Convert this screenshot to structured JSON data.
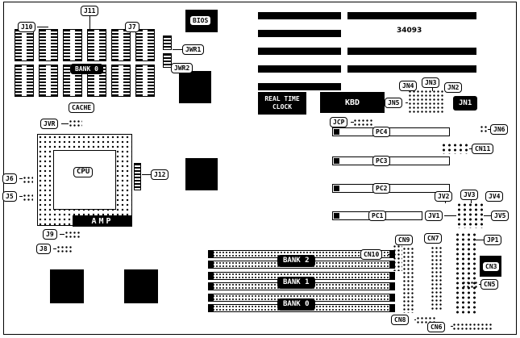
{
  "board": {
    "part_number": "34093"
  },
  "chips": {
    "bios": "BIOS",
    "rtc_line1": "REAL TIME",
    "rtc_line2": "CLOCK",
    "kbd": "KBD",
    "cpu": "CPU",
    "amp": "AMP"
  },
  "memory": {
    "bank0_dip": "BANK 0",
    "bank2": "BANK 2",
    "bank1": "BANK 1",
    "bank0": "BANK 0"
  },
  "connectors": {
    "j10": "J10",
    "j11": "J11",
    "j7": "J7",
    "jwr1": "JWR1",
    "jwr2": "JWR2",
    "cache": "CACHE",
    "jvr": "JVR",
    "j12": "J12",
    "j6": "J6",
    "j5": "J5",
    "j9": "J9",
    "j8": "J8",
    "jcp": "JCP",
    "jn1": "JN1",
    "jn2": "JN2",
    "jn3": "JN3",
    "jn4": "JN4",
    "jn5": "JN5",
    "jn6": "JN6",
    "pc1": "PC1",
    "pc2": "PC2",
    "pc3": "PC3",
    "pc4": "PC4",
    "cn11": "CN11",
    "jv1": "JV1",
    "jv2": "JV2",
    "jv3": "JV3",
    "jv4": "JV4",
    "jv5": "JV5",
    "cn9": "CN9",
    "cn7": "CN7",
    "jp1": "JP1",
    "cn10": "CN10",
    "cn3": "CN3",
    "cn5": "CN5",
    "cn8": "CN8",
    "cn6": "CN6"
  }
}
